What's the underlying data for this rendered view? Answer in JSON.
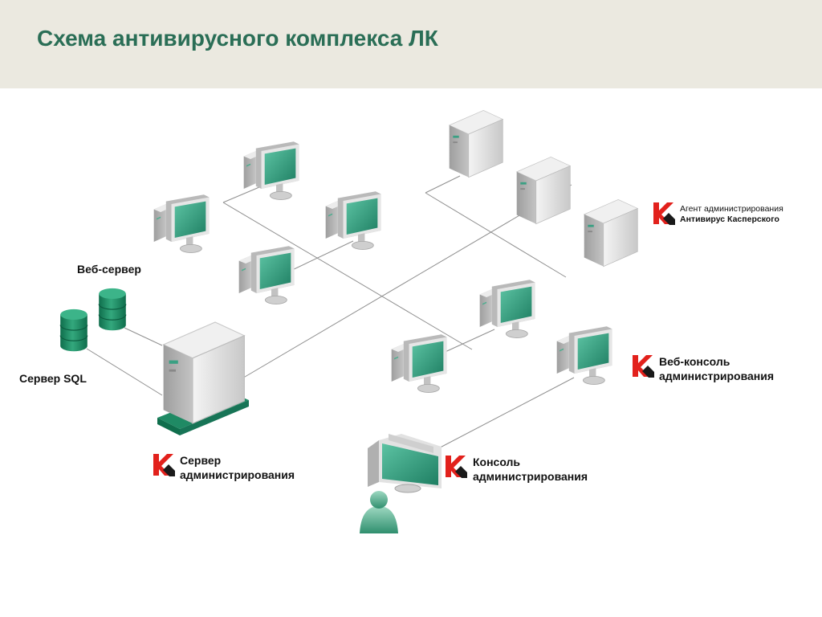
{
  "title": "Схема антивирусного комплекса ЛК",
  "colors": {
    "header_bg": "#ebe9e0",
    "title": "#2a6e56",
    "screen": "#3aa083",
    "db": "#1f8a64",
    "logo_red": "#e2211c",
    "line": "#8f8f8f"
  },
  "labels": {
    "web_server": "Веб-сервер",
    "sql_server": "Сервер SQL",
    "admin_server": [
      "Сервер",
      "администрирования"
    ],
    "console": [
      "Консоль",
      "администрирования"
    ],
    "web_console": [
      "Веб-консоль",
      "администрирования"
    ],
    "agent": [
      "Агент администрирования",
      "Антивирус Касперского"
    ]
  },
  "icons": {
    "logo": "kaspersky-k-logo-icon",
    "workstation": "workstation-monitor-icon",
    "server": "server-tower-icon",
    "database": "database-icon",
    "user": "user-icon"
  }
}
